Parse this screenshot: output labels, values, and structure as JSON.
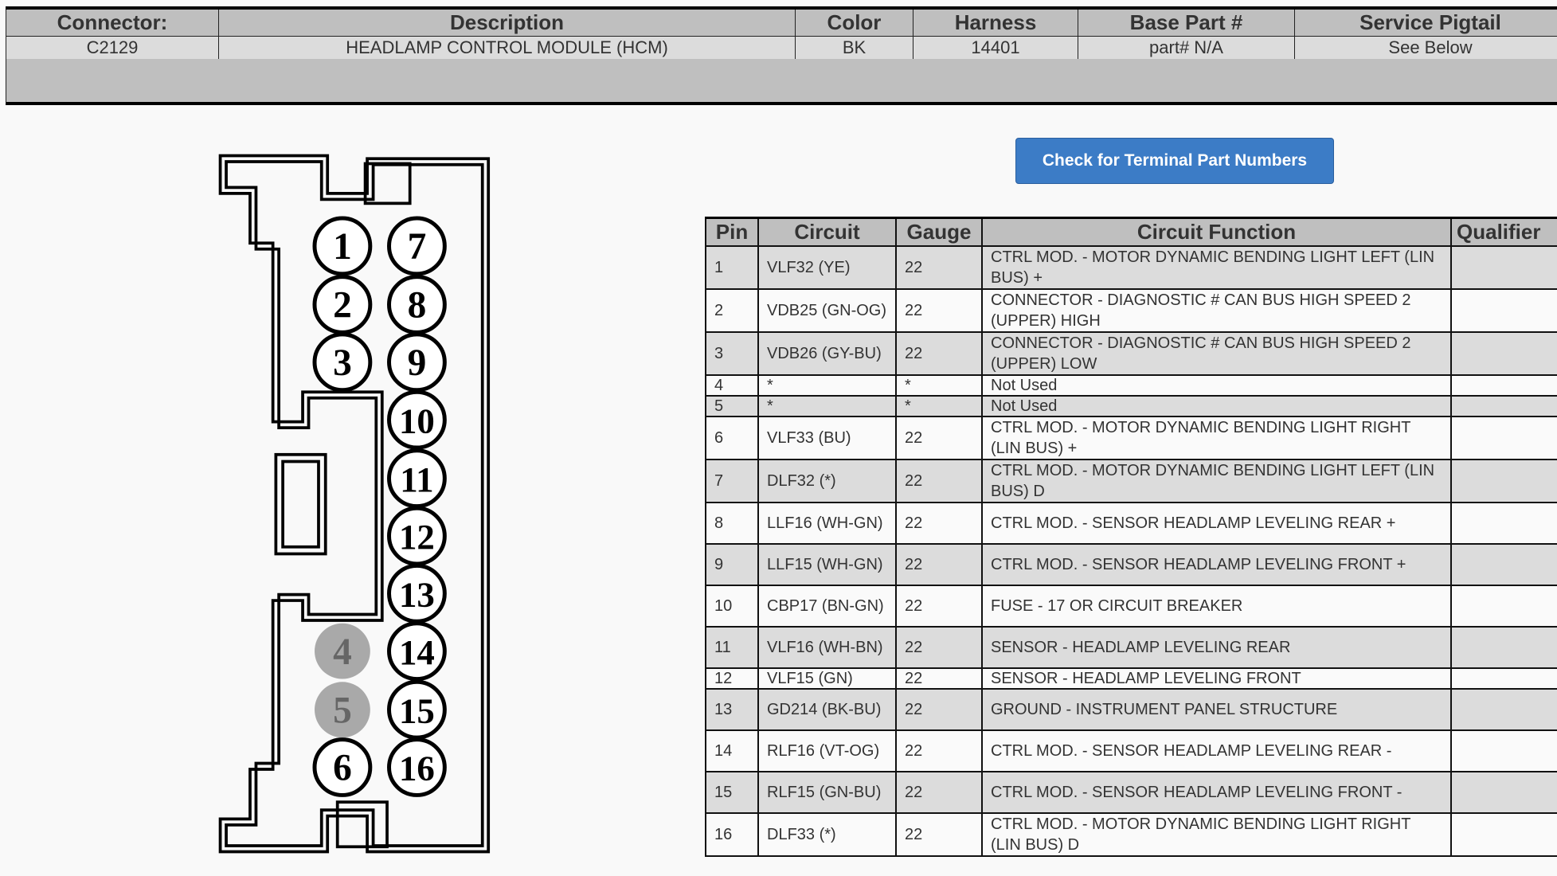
{
  "header": {
    "columns": [
      "Connector:",
      "Description",
      "Color",
      "Harness",
      "Base Part #",
      "Service Pigtail"
    ],
    "values": [
      "C2129",
      "HEADLAMP CONTROL MODULE (HCM)",
      "BK",
      "14401",
      "part# N/A",
      "See Below"
    ]
  },
  "button": {
    "label": "Check for Terminal Part Numbers"
  },
  "connector": {
    "left_pins": [
      "1",
      "2",
      "3",
      "4",
      "5",
      "6"
    ],
    "right_pins": [
      "7",
      "8",
      "9",
      "10",
      "11",
      "12",
      "13",
      "14",
      "15",
      "16"
    ],
    "unused_pins": [
      "4",
      "5"
    ]
  },
  "table": {
    "columns": [
      "Pin",
      "Circuit",
      "Gauge",
      "Circuit Function",
      "Qualifier"
    ],
    "rows": [
      {
        "pin": "1",
        "circuit": "VLF32 (YE)",
        "gauge": "22",
        "function": "CTRL MOD. - MOTOR DYNAMIC BENDING LIGHT LEFT (LIN BUS) +",
        "qualifier": ""
      },
      {
        "pin": "2",
        "circuit": "VDB25 (GN-OG)",
        "gauge": "22",
        "function": "CONNECTOR - DIAGNOSTIC # CAN BUS HIGH SPEED 2 (UPPER) HIGH",
        "qualifier": ""
      },
      {
        "pin": "3",
        "circuit": "VDB26 (GY-BU)",
        "gauge": "22",
        "function": "CONNECTOR - DIAGNOSTIC # CAN BUS HIGH SPEED 2 (UPPER) LOW",
        "qualifier": ""
      },
      {
        "pin": "4",
        "circuit": "*",
        "gauge": "*",
        "function": "Not Used",
        "qualifier": ""
      },
      {
        "pin": "5",
        "circuit": "*",
        "gauge": "*",
        "function": "Not Used",
        "qualifier": ""
      },
      {
        "pin": "6",
        "circuit": "VLF33 (BU)",
        "gauge": "22",
        "function": "CTRL MOD. - MOTOR DYNAMIC BENDING LIGHT RIGHT (LIN BUS) +",
        "qualifier": ""
      },
      {
        "pin": "7",
        "circuit": "DLF32 (*)",
        "gauge": "22",
        "function": "CTRL MOD. - MOTOR DYNAMIC BENDING LIGHT LEFT (LIN BUS) D",
        "qualifier": ""
      },
      {
        "pin": "8",
        "circuit": "LLF16 (WH-GN)",
        "gauge": "22",
        "function": "CTRL MOD. - SENSOR HEADLAMP LEVELING REAR +",
        "qualifier": ""
      },
      {
        "pin": "9",
        "circuit": "LLF15 (WH-GN)",
        "gauge": "22",
        "function": "CTRL MOD. - SENSOR HEADLAMP LEVELING FRONT +",
        "qualifier": ""
      },
      {
        "pin": "10",
        "circuit": "CBP17 (BN-GN)",
        "gauge": "22",
        "function": "FUSE - 17 OR CIRCUIT BREAKER",
        "qualifier": ""
      },
      {
        "pin": "11",
        "circuit": "VLF16 (WH-BN)",
        "gauge": "22",
        "function": "SENSOR - HEADLAMP LEVELING REAR",
        "qualifier": ""
      },
      {
        "pin": "12",
        "circuit": "VLF15 (GN)",
        "gauge": "22",
        "function": "SENSOR - HEADLAMP LEVELING FRONT",
        "qualifier": ""
      },
      {
        "pin": "13",
        "circuit": "GD214 (BK-BU)",
        "gauge": "22",
        "function": "GROUND - INSTRUMENT PANEL STRUCTURE",
        "qualifier": ""
      },
      {
        "pin": "14",
        "circuit": "RLF16 (VT-OG)",
        "gauge": "22",
        "function": "CTRL MOD. - SENSOR HEADLAMP LEVELING REAR -",
        "qualifier": ""
      },
      {
        "pin": "15",
        "circuit": "RLF15 (GN-BU)",
        "gauge": "22",
        "function": "CTRL MOD. - SENSOR HEADLAMP LEVELING FRONT -",
        "qualifier": ""
      },
      {
        "pin": "16",
        "circuit": "DLF33 (*)",
        "gauge": "22",
        "function": "CTRL MOD. - MOTOR DYNAMIC BENDING LIGHT RIGHT (LIN BUS) D",
        "qualifier": ""
      }
    ]
  },
  "colors": {
    "button": "#3c7cc6",
    "header_bg": "#bfbfbf",
    "row_alt": "#dcdcdc",
    "unused_pin": "#a9a9a9"
  }
}
